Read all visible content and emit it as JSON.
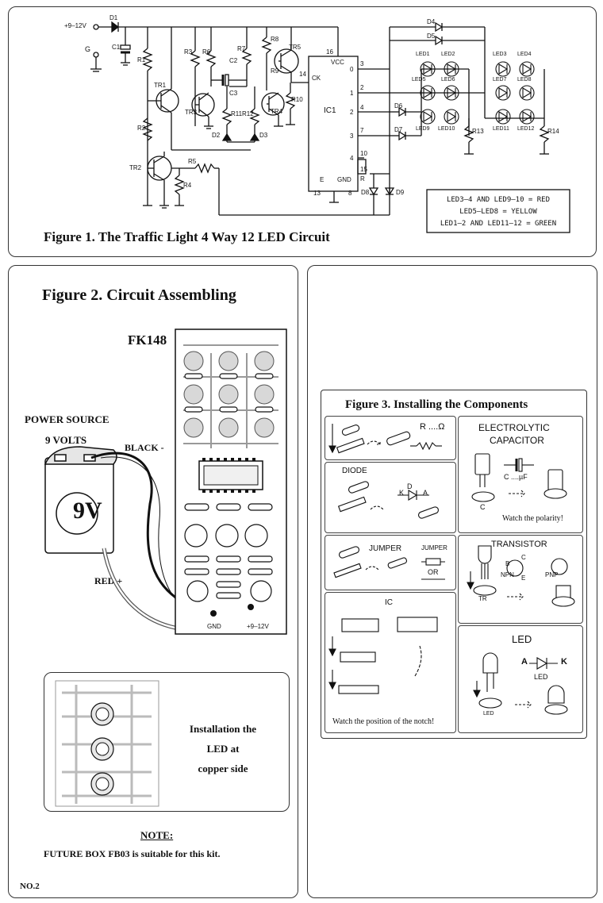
{
  "fig1": {
    "title": "Figure 1. The Traffic Light 4 Way 12 LED Circuit",
    "legend": [
      "LED3–4 AND LED9–10 = RED",
      "LED5–LED8 = YELLOW",
      "LED1–2 AND LED11–12 = GREEN"
    ],
    "labels": {
      "supply": "+9–12V",
      "d1": "D1",
      "g": "G",
      "c1": "C1",
      "r1": "R1",
      "tr1": "TR1",
      "tr2": "TR2",
      "tr3": "TR3",
      "tr4": "TR4",
      "tr5": "TR5",
      "r2": "R2",
      "r3": "R3",
      "r4": "R4",
      "r5": "R5",
      "r6": "R6",
      "r7": "R7",
      "r8": "R8",
      "r9": "R9",
      "r10": "R10",
      "r11": "R11",
      "r12": "R12",
      "r13": "R13",
      "r14": "R14",
      "c2": "C2",
      "c3": "C3",
      "d2": "D2",
      "d3": "D3",
      "ic1": "IC1",
      "vcc": "VCC",
      "ck": "CK",
      "e": "E",
      "gnd": "GND",
      "r_pin": "R",
      "pins": [
        "16",
        "14",
        "3",
        "2",
        "4",
        "7",
        "10",
        "15",
        "13",
        "8"
      ],
      "pin_q": [
        "0",
        "1",
        "2",
        "3",
        "4"
      ],
      "d4": "D4",
      "d5": "D5",
      "d6": "D6",
      "d7": "D7",
      "d8": "D8",
      "d9": "D9",
      "leds": [
        "LED1",
        "LED2",
        "LED3",
        "LED4",
        "LED5",
        "LED6",
        "LED7",
        "LED8",
        "LED9",
        "LED10",
        "LED11",
        "LED12"
      ]
    }
  },
  "fig2": {
    "title": "Figure 2. Circuit Assembling",
    "board": "FK148",
    "power_source": "POWER SOURCE",
    "volts": "9 VOLTS",
    "black": "BLACK -",
    "red": "RED +",
    "battery": "9V",
    "gnd": "GND",
    "vin": "+9–12V",
    "inset_text": [
      "Installation the",
      "LED at",
      "copper side"
    ],
    "note_title": "NOTE:",
    "note_text": "FUTURE BOX FB03 is suitable for this kit.",
    "page_no": "NO.2"
  },
  "fig3": {
    "title": "Figure 3. Installing the Components",
    "resistor": "R ....Ω",
    "electrolytic": "ELECTROLYTIC",
    "capacitor": "CAPACITOR",
    "cap_value": "C ....µF",
    "cap_c": "C",
    "polarity": "Watch the polarity!",
    "diode": "DIODE",
    "diode_a": "A",
    "diode_k": "K",
    "diode_d": "D",
    "jumper": "JUMPER",
    "jumper_or": "OR",
    "transistor": "TRANSISTOR",
    "npn": "NPN",
    "pnp": "PNP",
    "tr_b": "B",
    "tr_c": "C",
    "tr_e": "E",
    "tr": "TR",
    "ic": "IC",
    "notch": "Watch the position of the notch!",
    "led": "LED",
    "led_a": "A",
    "led_k": "K"
  }
}
